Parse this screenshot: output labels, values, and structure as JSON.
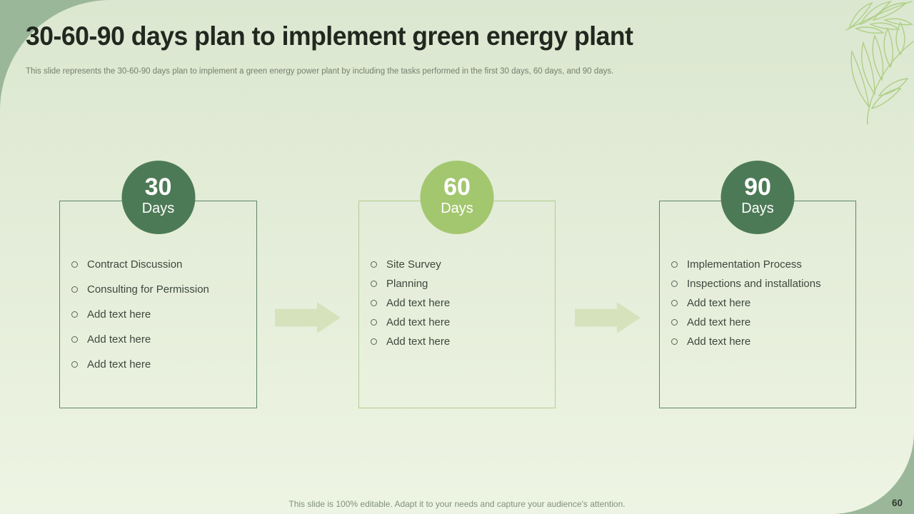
{
  "slide": {
    "title": "30-60-90 days plan to implement green energy plant",
    "subtitle": "This slide represents the 30-60-90 days plan to implement a green energy power plant by including the tasks performed in the first 30 days, 60 days, and 90 days.",
    "footer": "This slide is 100% editable. Adapt it to your needs and capture your audience's attention.",
    "page_number": "60"
  },
  "columns": [
    {
      "number": "30",
      "unit": "Days",
      "items": [
        "Contract Discussion",
        "Consulting for Permission",
        "Add text here",
        "Add text here",
        "Add text here"
      ]
    },
    {
      "number": "60",
      "unit": "Days",
      "items": [
        "Site Survey",
        "Planning",
        "Add text here",
        "Add text here",
        "Add text here"
      ]
    },
    {
      "number": "90",
      "unit": "Days",
      "items": [
        "Implementation Process",
        "Inspections and installations",
        "Add text here",
        "Add text here",
        "Add text here"
      ]
    }
  ],
  "icons": {
    "bullet": "small-circle-outline",
    "connector": "right-block-arrow",
    "decoration": "palm-leaf-line-art"
  },
  "colors": {
    "corner_sage": "#9bb79a",
    "background_light_top": "#dbe7d0",
    "background_light_bottom": "#eef4e3",
    "accent_dark": "#4d7a56",
    "accent_light": "#a3c76e",
    "arrow_fill": "#d6e2bc",
    "title_text": "#20281f",
    "body_text": "#3d473d",
    "leaf_stroke": "#aecf87"
  }
}
